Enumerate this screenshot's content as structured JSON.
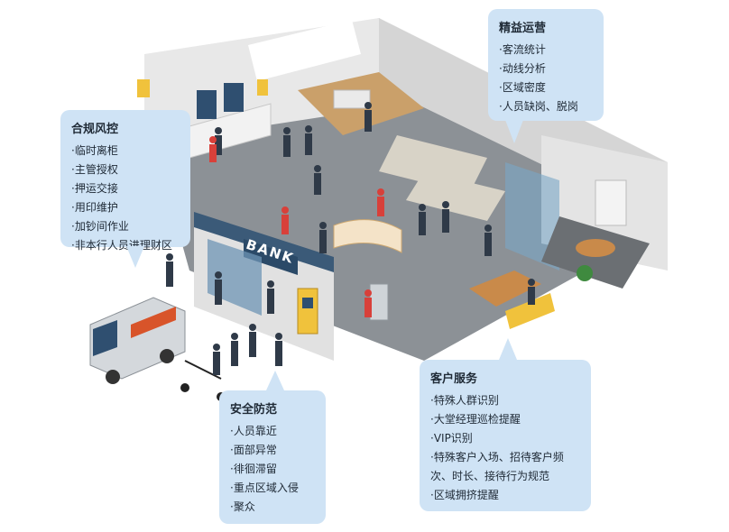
{
  "callouts": {
    "operations": {
      "title": "精益运营",
      "items": [
        "·客流统计",
        "·动线分析",
        "·区域密度",
        "·人员缺岗、脱岗"
      ]
    },
    "compliance": {
      "title": "合规风控",
      "items": [
        "·临时离柜",
        "·主管授权",
        "·押运交接",
        "·用印维护",
        "·加钞间作业",
        "·非本行人员进理财区"
      ]
    },
    "security": {
      "title": "安全防范",
      "items": [
        "·人员靠近",
        "·面部异常",
        "·徘徊滞留",
        "·重点区域入侵",
        "·聚众"
      ]
    },
    "service": {
      "title": "客户服务",
      "items": [
        "·特殊人群识别",
        "·大堂经理巡检提醒",
        "·VIP识别",
        "·特殊客户入场、招待客户频次、时长、接待行为规范",
        "·区域拥挤提醒"
      ]
    }
  },
  "scene": {
    "bank_sign": "BANK"
  },
  "colors": {
    "callout_bg": "#cfe3f5",
    "floor": "#8c9196",
    "wall": "#e6e6e6",
    "wall_shadow": "#cfcfcf",
    "accent_yellow": "#f0c23c",
    "glass": "#7aa6c6"
  }
}
